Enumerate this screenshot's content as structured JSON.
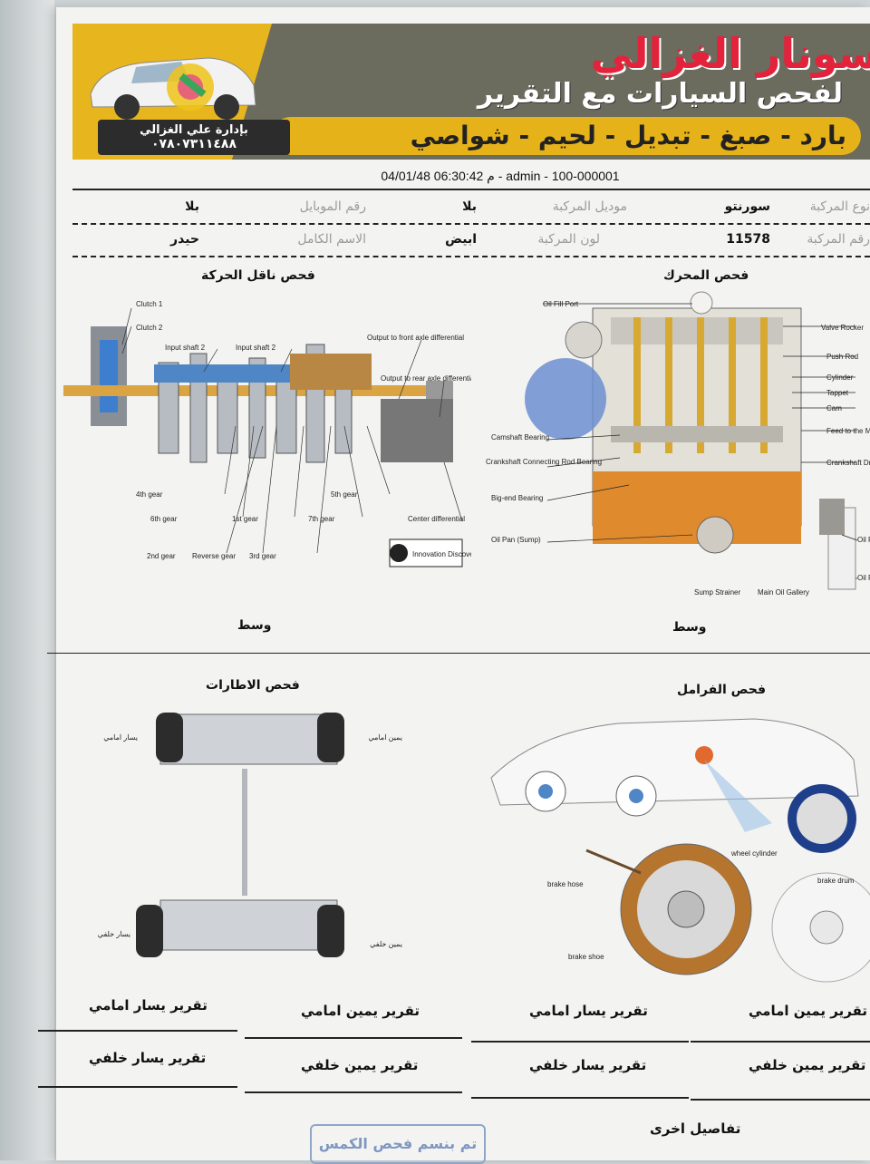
{
  "banner": {
    "shop_name": "سونار الغزالي",
    "subtitle": "لفحص السيارات مع التقرير",
    "services": "بارد - صبغ - تبديل - لحيم - شواصي",
    "manager": "بإدارة علي الغزالي",
    "phone": "٠٧٨٠٧٣١١٤٨٨"
  },
  "meta": "04/01/48 06:30:42 م - admin - 100-000001",
  "fields": {
    "type_label": "نوع المركبة",
    "type_value": "سورنتو",
    "model_label": "موديل المركبة",
    "model_value": "بلا",
    "mobile_label": "رقم الموبايل",
    "mobile_value": "بلا",
    "number_label": "رقم المركبة",
    "number_value": "11578",
    "color_label": "لون المركبة",
    "color_value": "ابيض",
    "name_label": "الاسم الكامل",
    "name_value": "حيدر"
  },
  "engine": {
    "title": "فحص المحرك",
    "result": "وسط",
    "labels": [
      "Oil Fill Port",
      "Valve Rocker",
      "Push Rod",
      "Cylinder",
      "Tappet",
      "Cam",
      "Feed to the Main Bearings",
      "Crankshaft Drilling",
      "Camshaft Bearing",
      "Crankshaft Connecting Rod Bearing",
      "Big-end Bearing",
      "Oil Pan (Sump)",
      "Sump Strainer",
      "Main Oil Gallery",
      "Oil Pump Forces Oil Pressure to Filter, Main Bearings and Others",
      "Oil Filter"
    ]
  },
  "transmission": {
    "title": "فحص ناقل الحركة",
    "result": "وسط",
    "labels": [
      "Clutch 1",
      "Clutch 2",
      "Input shaft 2",
      "Input shaft 2",
      "Output to front axle differential",
      "Output to rear axle differential",
      "4th gear",
      "6th gear",
      "2nd gear",
      "Reverse gear",
      "1st gear",
      "3rd gear",
      "7th gear",
      "5th gear",
      "Center differential",
      "Innovation Discoveries"
    ]
  },
  "tires": {
    "title": "فحص الاطارات",
    "front_left": "يسار امامي",
    "front_right": "يمين امامي",
    "rear_left": "يسار خلفي",
    "rear_right": "يمين خلفي"
  },
  "brakes": {
    "title": "فحص الفرامل",
    "labels": [
      "wheel cylinder",
      "brake hose",
      "brake drum",
      "brake shoe"
    ]
  },
  "reports": {
    "front_left": "تقرير يسار امامي",
    "front_right": "تقرير يمين امامي",
    "rear_left": "تقرير يسار خلفي",
    "rear_right": "تقرير يمين خلفي"
  },
  "other_details": "تفاصيل اخرى",
  "stamp": "تم بنسم فحص الكمس"
}
